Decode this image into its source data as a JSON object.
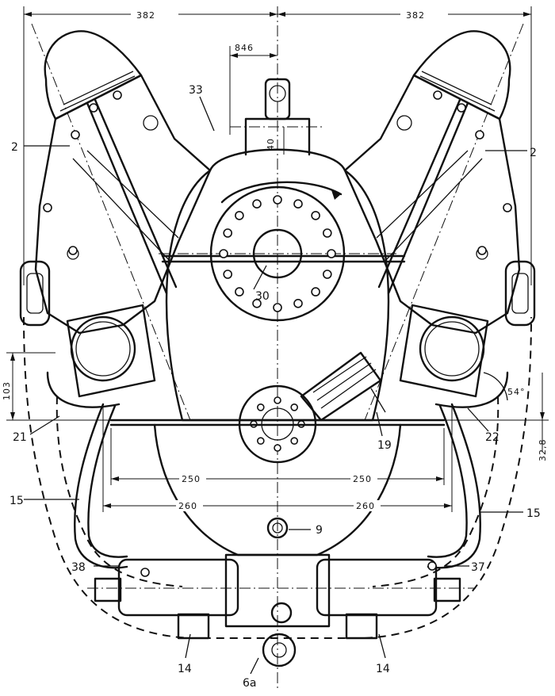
{
  "dimensions": {
    "top_left": "382",
    "top_right": "382",
    "flange": "846",
    "height_40": "40",
    "left_103": "103",
    "right_328": "32,8",
    "angle": "54°",
    "span_250_left": "250",
    "span_250_right": "250",
    "span_260_left": "260",
    "span_260_right": "260"
  },
  "labels": {
    "p2_left": "2",
    "p2_right": "2",
    "p33": "33",
    "p30": "30",
    "p21": "21",
    "p19": "19",
    "p22": "22",
    "p15_left": "15",
    "p15_right": "15",
    "p9": "9",
    "p38": "38",
    "p37": "37",
    "p14_left": "14",
    "p14_right": "14",
    "p6a": "6a"
  }
}
